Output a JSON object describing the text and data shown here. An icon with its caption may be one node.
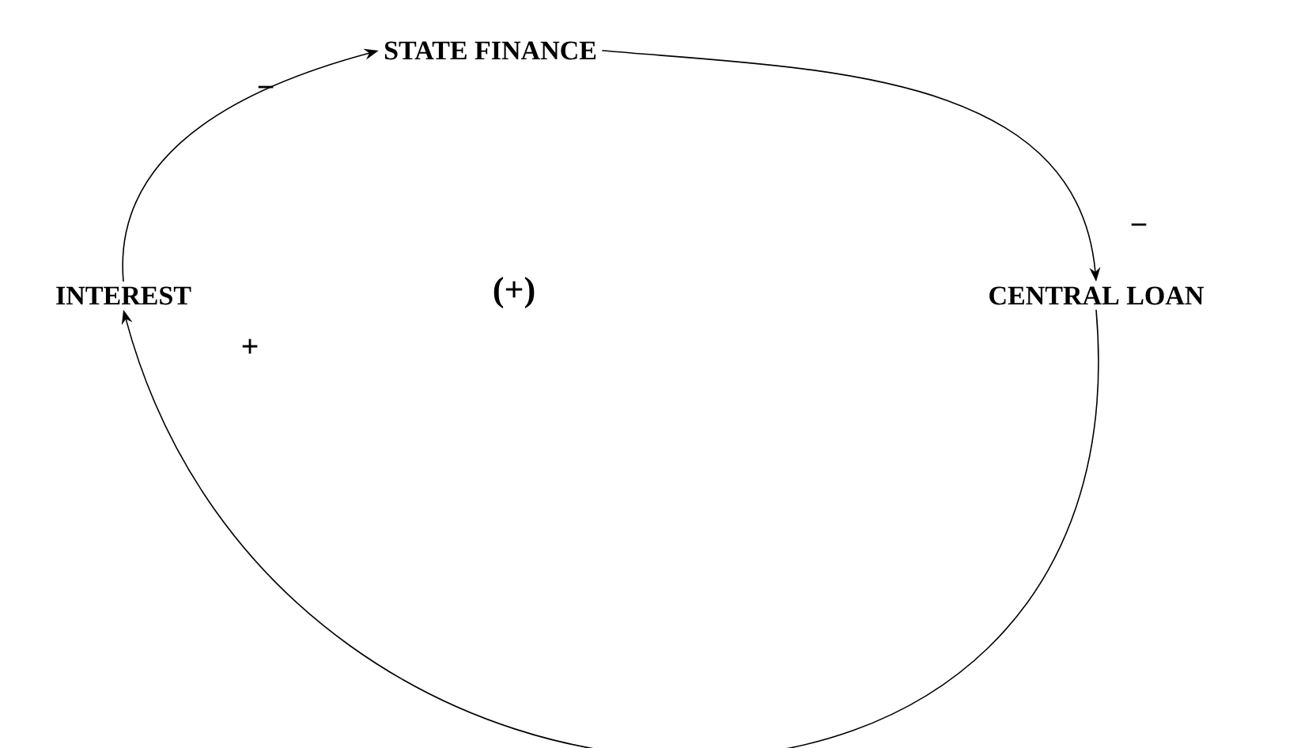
{
  "diagram": {
    "nodes": [
      {
        "text": [
          "STATE FINANCE"
        ]
      },
      {
        "text": [
          "CENTRAL LOAN"
        ]
      },
      {
        "text": [
          "INTEREST"
        ]
      }
    ],
    "edges": [
      {
        "from": 0,
        "to": 1,
        "arrow": "to",
        "label": "−"
      },
      {
        "from": 1,
        "to": 2,
        "arrow": "to",
        "label": "+"
      },
      {
        "from": 2,
        "to": 0,
        "arrow": "to",
        "label": "−"
      }
    ],
    "labels": [
      "(+)"
    ]
  }
}
